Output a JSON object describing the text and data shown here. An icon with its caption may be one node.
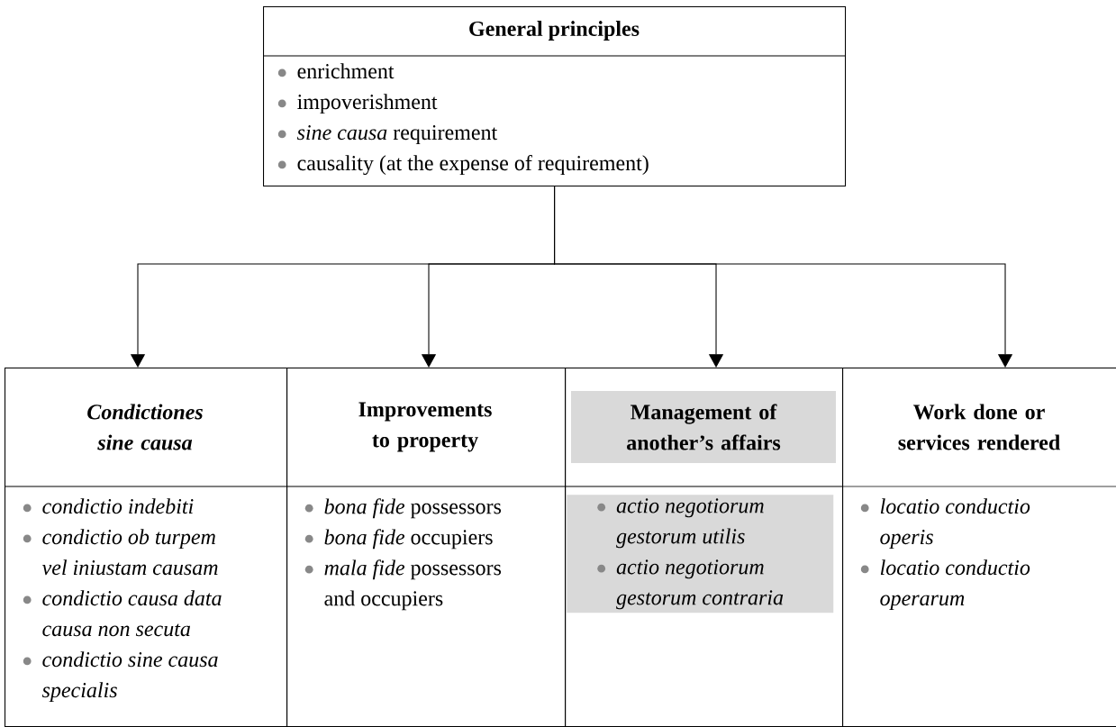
{
  "diagram": {
    "nodes": [
      {
        "text": [
          "General principles",
          "enrichment",
          "impoverishment",
          "*sine causa* requirement",
          "causality (at the expense of requirement)"
        ]
      },
      {
        "text": [
          "Condictiones sine causa",
          "condictio indebiti",
          "condictio ob turpem vel iniustam causam",
          "condictio causa data causa non secuta",
          "condictio sine causa specialis"
        ]
      },
      {
        "text": [
          "Improvements to property",
          "*bona fide* possessors",
          "*bona fide* occupiers",
          "*mala fide* possessors and occupiers"
        ]
      },
      {
        "text": [
          "Management of another’s affairs",
          "actio negotiorum gestorum utilis",
          "actio negotiorum gestorum contraria"
        ]
      },
      {
        "text": [
          "Work done or services rendered",
          "locatio conductio operis",
          "locatio conductio operarum"
        ]
      }
    ],
    "edges": [
      {
        "from": 0,
        "to": 1,
        "arrow": "to"
      },
      {
        "from": 0,
        "to": 2,
        "arrow": "to"
      },
      {
        "from": 0,
        "to": 3,
        "arrow": "to"
      },
      {
        "from": 0,
        "to": 4,
        "arrow": "to"
      }
    ]
  }
}
